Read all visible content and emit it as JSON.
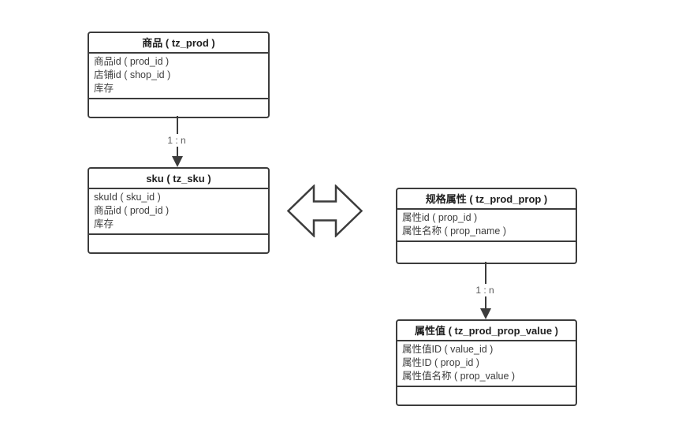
{
  "diagram": {
    "background": "#ffffff",
    "line_color": "#3c3c3c",
    "tables": [
      {
        "name": "prod",
        "title": "商品 ( tz_prod )",
        "fields": [
          "商品id ( prod_id )",
          "店铺id ( shop_id )",
          "库存"
        ]
      },
      {
        "name": "sku",
        "title": "sku ( tz_sku )",
        "fields": [
          "skuId ( sku_id )",
          "商品id ( prod_id )",
          "库存"
        ]
      },
      {
        "name": "prod_prop",
        "title": "规格属性 ( tz_prod_prop )",
        "fields": [
          "属性id ( prop_id )",
          "属性名称 ( prop_name )"
        ]
      },
      {
        "name": "prod_prop_value",
        "title": "属性值 ( tz_prod_prop_value )",
        "fields": [
          "属性值ID ( value_id )",
          "属性ID ( prop_id )",
          "属性值名称 ( prop_value )"
        ]
      }
    ],
    "relations": [
      {
        "from": "prod",
        "to": "sku",
        "label": "1 : n"
      },
      {
        "from": "prod_prop",
        "to": "prod_prop_value",
        "label": "1 : n"
      }
    ],
    "bidirectional_link": {
      "between": [
        "sku",
        "prod_prop"
      ],
      "shape": "hollow-double-arrow"
    }
  }
}
